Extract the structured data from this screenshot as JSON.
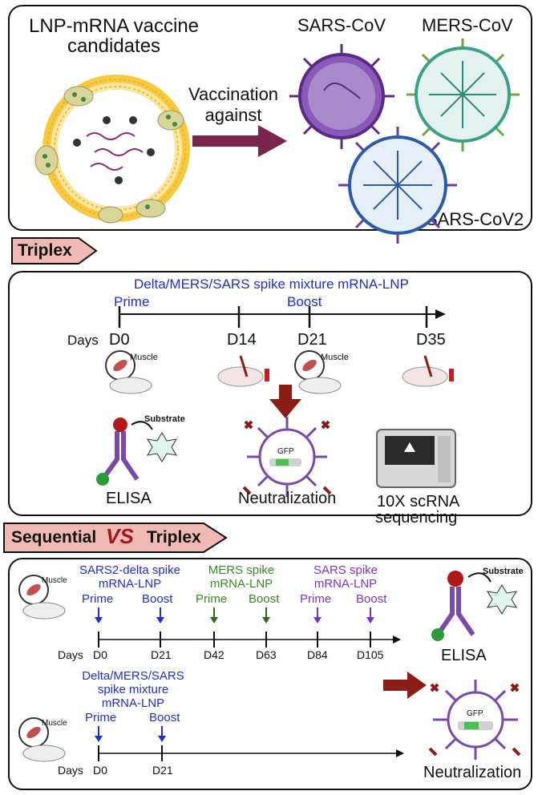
{
  "panel1": {
    "lnp_title": "LNP-mRNA vaccine candidates",
    "arrow_label_1": "Vaccination",
    "arrow_label_2": "against",
    "virus1": "SARS-CoV",
    "virus2": "MERS-CoV",
    "virus3": "SARS-CoV2"
  },
  "triplex_banner": "Triplex",
  "panel2": {
    "mixture_label": "Delta/MERS/SARS spike mixture mRNA-LNP",
    "prime": "Prime",
    "boost": "Boost",
    "days": "Days",
    "d0": "D0",
    "d14": "D14",
    "d21": "D21",
    "d35": "D35",
    "muscle": "Muscle",
    "substrate": "Substrate",
    "gfp": "GFP",
    "elisa": "ELISA",
    "neutralization": "Neutralization",
    "seq_1": "10X scRNA",
    "seq_2": "sequencing"
  },
  "banner2": {
    "left": "Sequential",
    "vs": "VS",
    "right": "Triplex"
  },
  "panel3": {
    "group1": "SARS2-delta spike",
    "group1b": "mRNA-LNP",
    "group2": "MERS spike",
    "group2b": "mRNA-LNP",
    "group3": "SARS spike",
    "group3b": "mRNA-LNP",
    "prime": "Prime",
    "boost": "Boost",
    "days": "Days",
    "d0": "D0",
    "d21": "D21",
    "d42": "D42",
    "d63": "D63",
    "d84": "D84",
    "d105": "D105",
    "mix_1": "Delta/MERS/SARS",
    "mix_2": "spike mixture",
    "mix_3": "mRNA-LNP",
    "muscle": "Muscle",
    "substrate": "Substrate",
    "gfp": "GFP",
    "elisa": "ELISA",
    "neutralization": "Neutralization"
  },
  "colors": {
    "arrow_purple": "#7a2550",
    "dark_red": "#8c1c16",
    "banner_fill": "#f1b9b3",
    "label_blue": "#1f2fd0",
    "label_green": "#3a8a24",
    "label_purple": "#7a35c8"
  }
}
